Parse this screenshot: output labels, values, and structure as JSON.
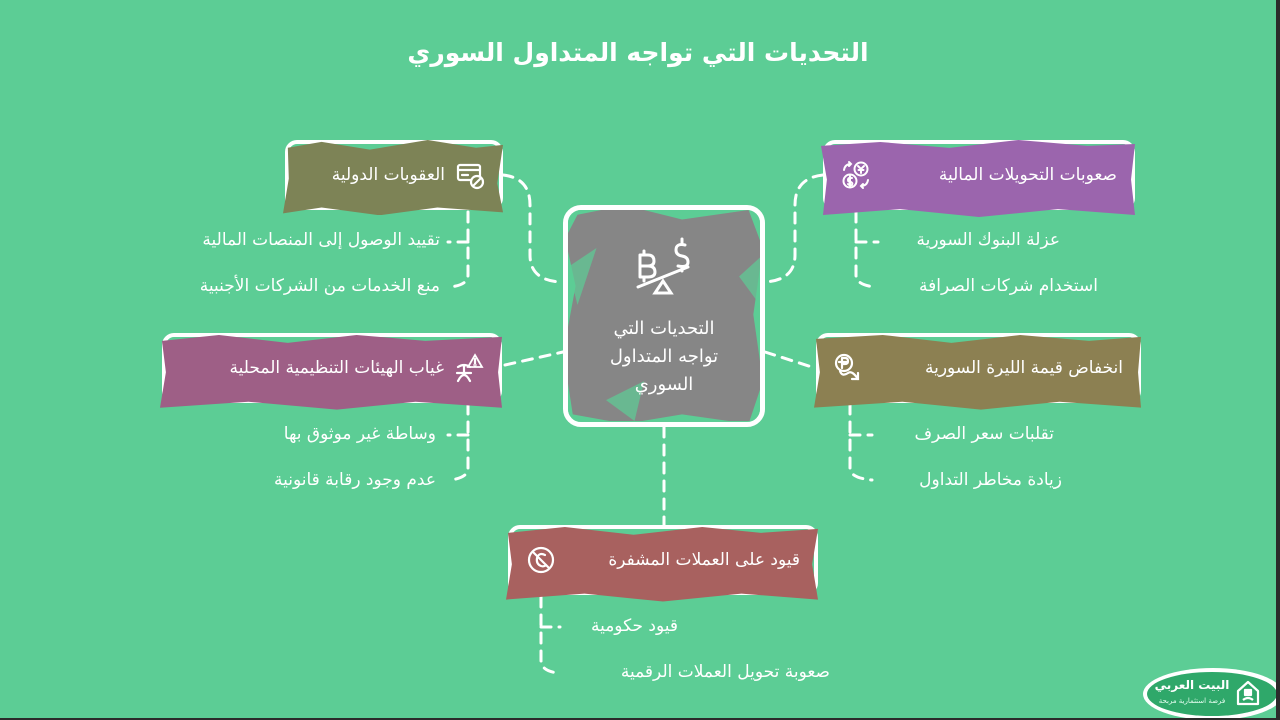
{
  "title": "التحديات التي تواجه المتداول السوري",
  "colors": {
    "background": "#5ccd95",
    "center": "#868686",
    "sanctions": "#7d8356",
    "transfers": "#9b65ad",
    "regulation": "#9e5f86",
    "lira": "#8c8052",
    "crypto": "#a8615f",
    "outline": "#ffffff"
  },
  "center": {
    "label_line1": "التحديات التي",
    "label_line2": "تواجه المتداول",
    "label_line3": "السوري",
    "icon": "bitcoin-dollar-seesaw-icon"
  },
  "branches": {
    "sanctions": {
      "label": "العقوبات الدولية",
      "icon": "blocked-card-icon",
      "items": [
        "تقييد الوصول إلى المنصات المالية",
        "منع الخدمات من الشركات الأجنبية"
      ]
    },
    "transfers": {
      "label": "صعوبات التحويلات المالية",
      "icon": "currency-exchange-icon",
      "items": [
        "عزلة البنوك السورية",
        "استخدام شركات الصرافة"
      ]
    },
    "regulation": {
      "label": "غياب الهيئات التنظيمية المحلية",
      "icon": "warning-person-icon",
      "items": [
        "وساطة غير موثوق بها",
        "عدم وجود رقابة قانونية"
      ]
    },
    "lira": {
      "label": "انخفاض قيمة الليرة السورية",
      "icon": "currency-decline-icon",
      "items": [
        "تقلبات سعر الصرف",
        "زيادة مخاطر التداول"
      ]
    },
    "crypto": {
      "label": "قيود على العملات المشفرة",
      "icon": "crypto-banned-icon",
      "items": [
        "قيود حكومية",
        "صعوبة تحويل العملات الرقمية"
      ]
    }
  },
  "logo": {
    "title": "البيت العربي",
    "subtitle": "فرصة استثمارية مربحة"
  }
}
